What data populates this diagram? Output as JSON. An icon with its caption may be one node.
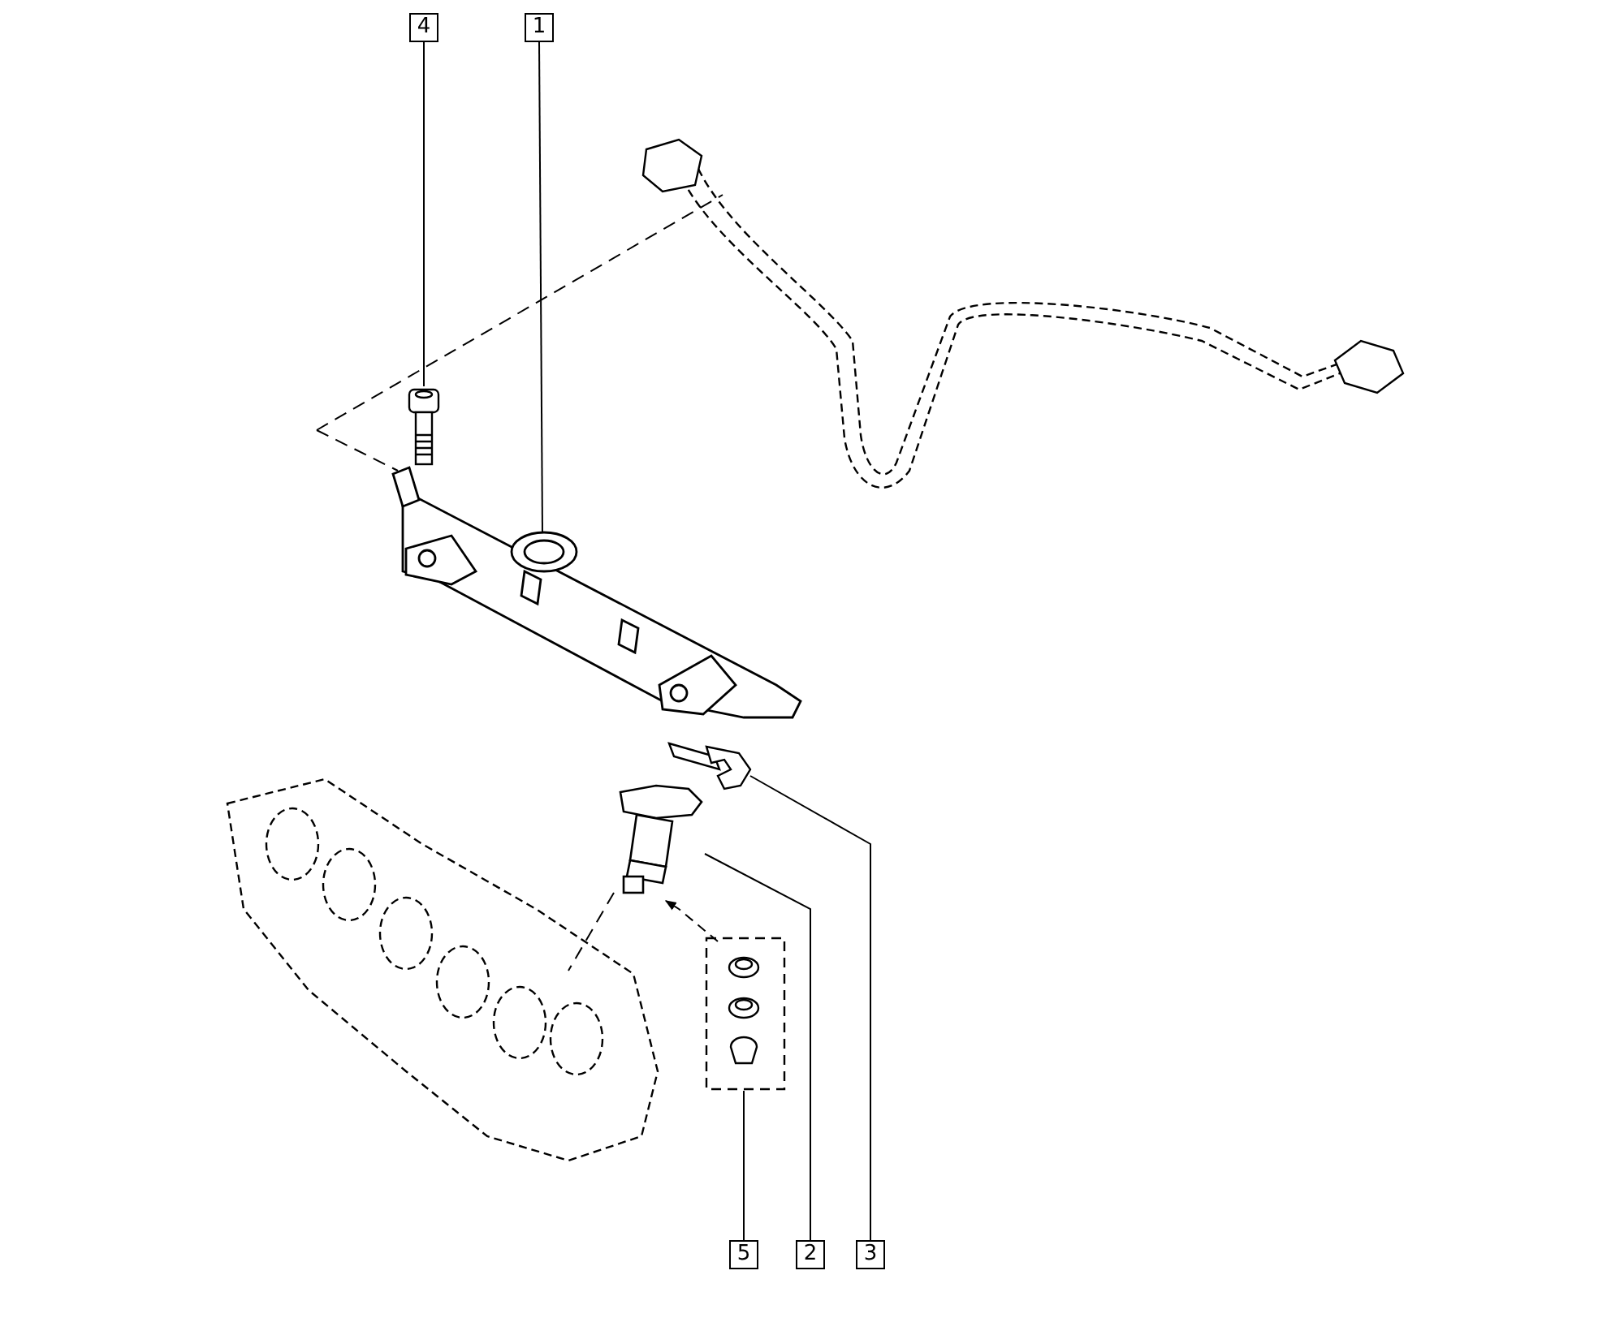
{
  "diagram": {
    "nodes": [
      {
        "text": [
          "4"
        ]
      },
      {
        "text": [
          "1"
        ]
      },
      {
        "text": [],
        "shape": "picture"
      },
      {
        "text": [],
        "shape": "picture"
      },
      {
        "text": [],
        "shape": "picture"
      },
      {
        "text": [],
        "shape": "picture"
      },
      {
        "text": [],
        "shape": "box"
      },
      {
        "text": [
          "5"
        ]
      },
      {
        "text": [
          "2"
        ]
      },
      {
        "text": [
          "3"
        ]
      }
    ],
    "edges": [
      {
        "from": 0,
        "to": 2,
        "arrow": "none"
      },
      {
        "from": 1,
        "to": 3,
        "arrow": "none"
      },
      {
        "from": 6,
        "to": 5,
        "arrow": "to",
        "style": "dashed"
      },
      {
        "from": 7,
        "to": 6,
        "arrow": "none"
      },
      {
        "from": 8,
        "to": 5,
        "arrow": "none"
      },
      {
        "from": 9,
        "to": 4,
        "arrow": "none"
      }
    ]
  }
}
